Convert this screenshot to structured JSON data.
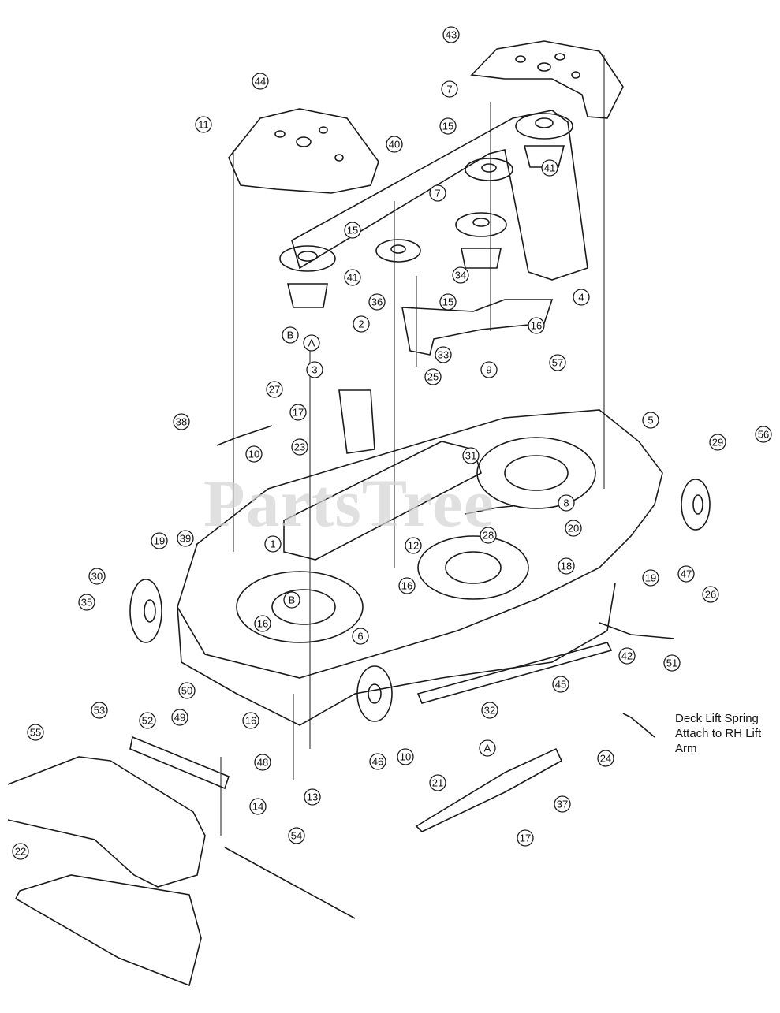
{
  "watermark": "PartsTree",
  "note": {
    "line1": "Deck Lift Spring",
    "line2": "Attach to RH Lift",
    "line3": "Arm"
  },
  "callouts": [
    "43",
    "44",
    "11",
    "7",
    "15",
    "40",
    "41",
    "7",
    "15",
    "41",
    "34",
    "36",
    "15",
    "4",
    "2",
    "B",
    "A",
    "16",
    "33",
    "9",
    "57",
    "3",
    "25",
    "27",
    "38",
    "17",
    "23",
    "31",
    "5",
    "29",
    "56",
    "10",
    "1",
    "8",
    "28",
    "20",
    "19",
    "39",
    "12",
    "18",
    "19",
    "47",
    "26",
    "30",
    "35",
    "B",
    "16",
    "16",
    "6",
    "42",
    "51",
    "45",
    "50",
    "53",
    "49",
    "52",
    "16",
    "32",
    "55",
    "10",
    "21",
    "A",
    "24",
    "48",
    "14",
    "13",
    "37",
    "54",
    "17",
    "22",
    "46"
  ],
  "colors": {
    "line": "#1a1a1a",
    "paper": "#ffffff"
  }
}
